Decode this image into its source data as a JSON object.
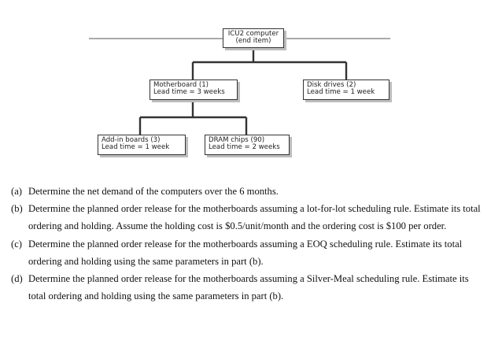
{
  "diagram": {
    "root": {
      "line1": "ICU2 computer",
      "line2": "(end item)"
    },
    "motherboard": {
      "line1": "Motherboard (1)",
      "line2": "Lead time = 3 weeks"
    },
    "disk_drives": {
      "line1": "Disk drives (2)",
      "line2": "Lead time = 1 week"
    },
    "addin_boards": {
      "line1": "Add-in boards (3)",
      "line2": "Lead time = 1 week"
    },
    "dram_chips": {
      "line1": "DRAM chips (90)",
      "line2": "Lead time = 2 weeks"
    }
  },
  "questions": [
    {
      "tag": "(a)",
      "text": "Determine the net demand of the computers over the 6 months."
    },
    {
      "tag": "(b)",
      "text": "Determine the planned order release for the motherboards assuming a lot-for-lot scheduling rule. Estimate its total ordering and holding. Assume the holding cost is $0.5/unit/month and the ordering cost is $100 per order."
    },
    {
      "tag": "(c)",
      "text": "Determine the planned order release for the motherboards assuming a EOQ scheduling rule. Estimate its total ordering and holding using the same parameters in part (b)."
    },
    {
      "tag": "(d)",
      "text": "Determine the planned order release for the motherboards assuming a Silver-Meal scheduling rule. Estimate its total ordering and holding using the same parameters in part (b)."
    }
  ]
}
